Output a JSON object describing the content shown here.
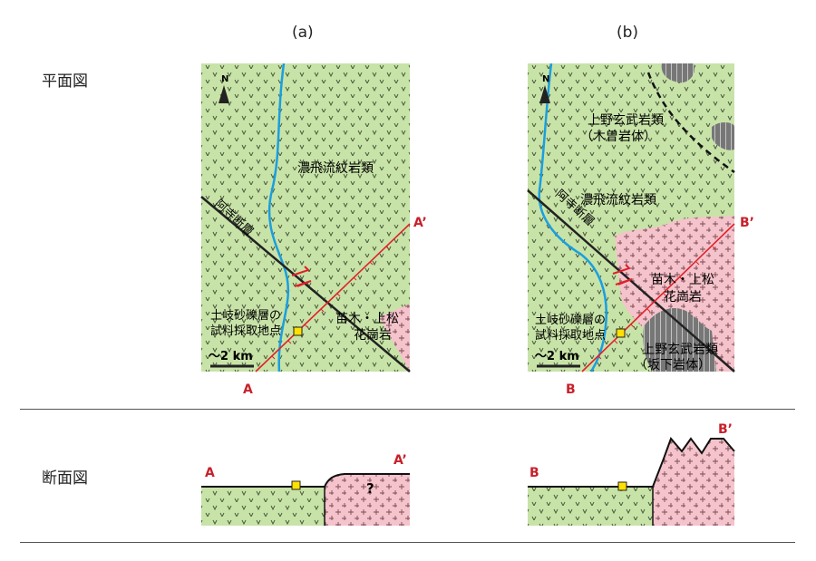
{
  "panels": {
    "a": "(a)",
    "b": "(b)"
  },
  "rows": {
    "plan": "平面図",
    "section": "断面図"
  },
  "map_a": {
    "north": "N",
    "rhyolite": "濃飛流紋岩類",
    "fault": "阿寺断層",
    "sample1": "土岐砂礫層の",
    "sample2": "試料採取地点",
    "granite1": "苗木・上松",
    "granite2": "花崗岩",
    "scale": "～2 km",
    "end_a": "A",
    "end_b": "A’"
  },
  "map_b": {
    "north": "N",
    "basalt_kiso1": "上野玄武岩類",
    "basalt_kiso2": "（木曽岩体）",
    "rhyolite": "濃飛流紋岩類",
    "fault": "阿寺断層",
    "granite1": "苗木・上松",
    "granite2": "花崗岩",
    "sample1": "土岐砂礫層の",
    "sample2": "試料採取地点",
    "basalt_saka1": "上野玄武岩類",
    "basalt_saka2": "（坂下岩体）",
    "scale": "～2 km",
    "end_a": "B",
    "end_b": "B’"
  },
  "section_a": {
    "left": "A",
    "right": "A’",
    "unknown": "?"
  },
  "section_b": {
    "left": "B",
    "right": "B’"
  },
  "colors": {
    "green": "#c8e3a8",
    "pink": "#f5c3cb",
    "river": "#1a9fe0",
    "section_line": "#e0202a",
    "basalt": "#8a8a8a",
    "sample": "#ffe000"
  }
}
